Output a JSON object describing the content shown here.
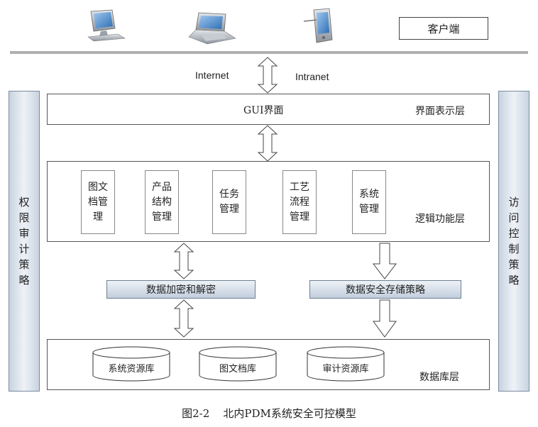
{
  "client": {
    "label": "客户端",
    "devices": [
      "desktop-computer-icon",
      "laptop-icon",
      "pda-icon"
    ]
  },
  "network": {
    "internet": "Internet",
    "intranet": "Intranet"
  },
  "gui_layer": {
    "main": "GUI界面",
    "label": "界面表示层"
  },
  "logic_layer": {
    "label": "逻辑功能层",
    "modules": [
      "图文档管理",
      "产品结构管理",
      "任务管理",
      "工艺流程管理",
      "系统管理"
    ]
  },
  "left_policy": "权限审计策略",
  "right_policy": "访问控制策略",
  "middle": {
    "encryption": "数据加密和解密",
    "storage": "数据安全存储策略"
  },
  "db_layer": {
    "label": "数据库层",
    "databases": [
      "系统资源库",
      "图文档库",
      "审计资源库"
    ]
  },
  "caption": "图2-2    北内PDM系统安全可控模型",
  "colors": {
    "policy_fill": "#dbe3ed",
    "bar_fill": "#d3dce8",
    "line": "#555555",
    "network_line": "#b0b0b0"
  }
}
